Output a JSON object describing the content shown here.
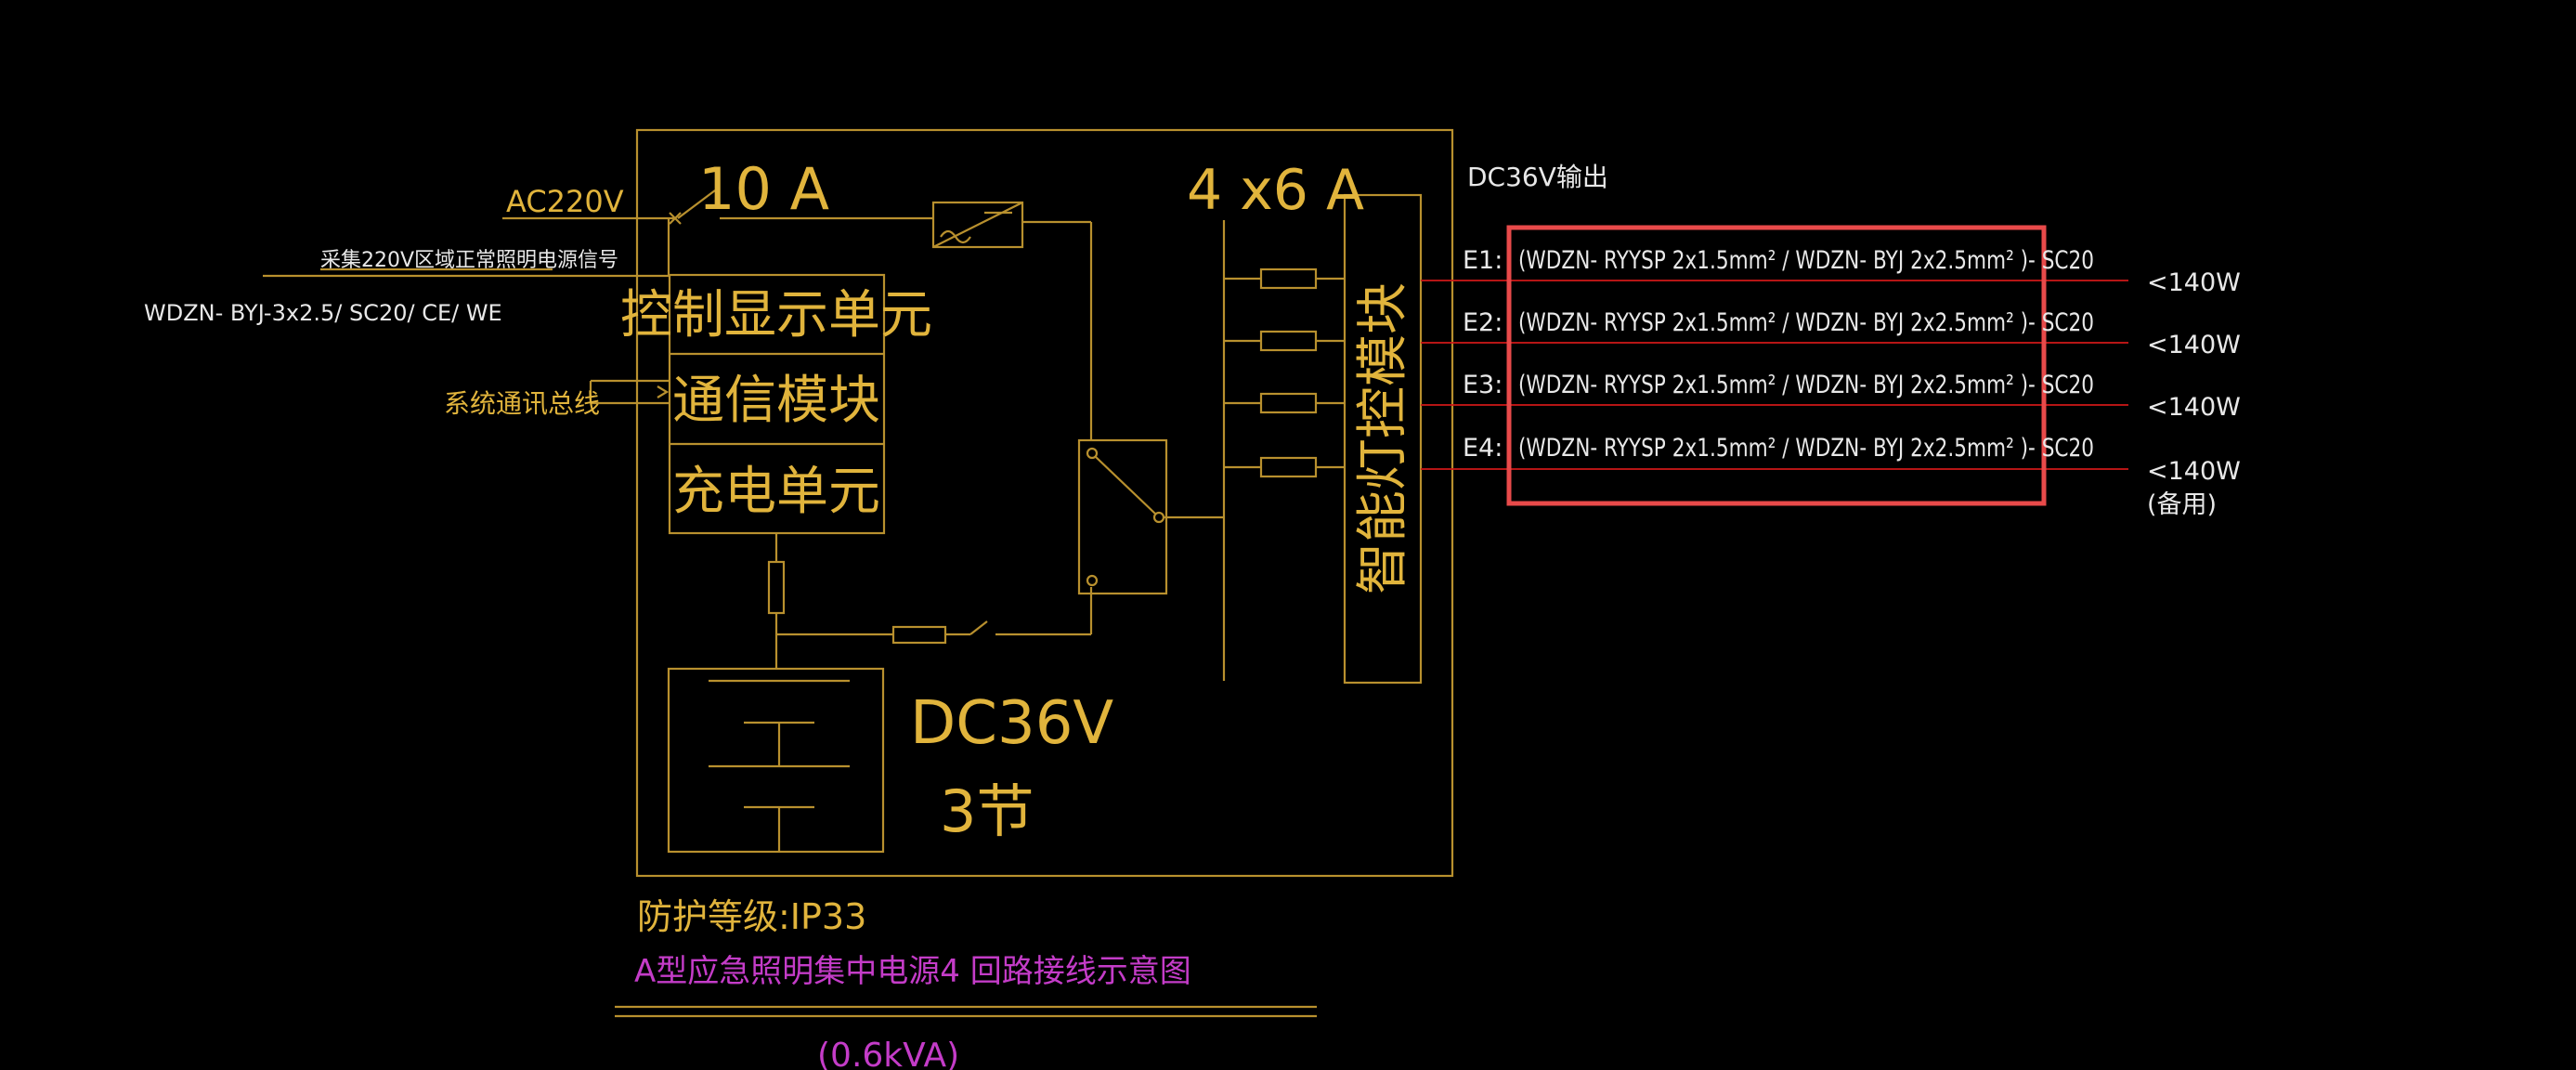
{
  "colors": {
    "background": "#000000",
    "line_yellow": "#b8902e",
    "text_yellow": "#e1b43c",
    "text_white": "#e8e8e8",
    "circuit_red": "#d01818",
    "highlight_red": "#e84a4a",
    "magenta": "#c43cc8"
  },
  "input": {
    "voltage": "AC220V",
    "breaker_rating": "10 A",
    "signal_label": "采集220V区域正常照明电源信号",
    "cable_spec": "WDZN- BYJ-3x2.5/ SC20/ CE/ WE",
    "comm_bus_label": "系统通讯总线"
  },
  "modules": {
    "control_display": "控制显示单元",
    "comm_module": "通信模块",
    "charging_unit": "充电单元",
    "smart_light_module": "智能灯控模块"
  },
  "output": {
    "fuse_rating": "4 x6 A",
    "header": "DC36V输出",
    "circuits": [
      {
        "id": "E1:",
        "spec": "(WDZN- RYYSP 2x1.5mm² / WDZN- BYJ 2x2.5mm² )- SC20",
        "load": "<140W"
      },
      {
        "id": "E2:",
        "spec": "(WDZN- RYYSP 2x1.5mm² / WDZN- BYJ 2x2.5mm² )- SC20",
        "load": "<140W"
      },
      {
        "id": "E3:",
        "spec": "(WDZN- RYYSP 2x1.5mm² / WDZN- BYJ 2x2.5mm² )- SC20",
        "load": "<140W"
      },
      {
        "id": "E4:",
        "spec": "(WDZN- RYYSP 2x1.5mm² / WDZN- BYJ 2x2.5mm² )- SC20",
        "load": "<140W",
        "note": "(备用)"
      }
    ]
  },
  "battery": {
    "voltage": "DC36V",
    "cells": "3节"
  },
  "footer": {
    "protection": "防护等级:IP33",
    "title": "A型应急照明集中电源4 回路接线示意图",
    "capacity": "(0.6kVA)"
  }
}
